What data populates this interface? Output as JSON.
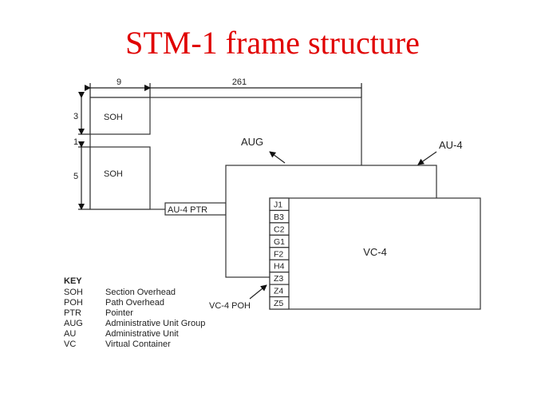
{
  "title": "STM-1 frame structure",
  "colors": {
    "title": "#e00000",
    "lines": "#333333"
  },
  "dimensions": {
    "soh_columns": "9",
    "payload_columns": "261",
    "rows_top": "3",
    "rows_ptr": "1",
    "rows_bottom": "5"
  },
  "blocks": {
    "soh_top": "SOH",
    "soh_bottom": "SOH",
    "au4_ptr": "AU-4 PTR",
    "aug": "AUG",
    "au4": "AU-4",
    "vc4": "VC-4",
    "vc4_poh": "VC-4 POH"
  },
  "poh_bytes": [
    "J1",
    "B3",
    "C2",
    "G1",
    "F2",
    "H4",
    "Z3",
    "Z4",
    "Z5"
  ],
  "key": {
    "heading": "KEY",
    "entries": [
      {
        "abbr": "SOH",
        "meaning": "Section Overhead"
      },
      {
        "abbr": "POH",
        "meaning": "Path Overhead"
      },
      {
        "abbr": "PTR",
        "meaning": "Pointer"
      },
      {
        "abbr": "AUG",
        "meaning": "Administrative Unit Group"
      },
      {
        "abbr": "AU",
        "meaning": "Administrative Unit"
      },
      {
        "abbr": "VC",
        "meaning": "Virtual Container"
      }
    ]
  }
}
